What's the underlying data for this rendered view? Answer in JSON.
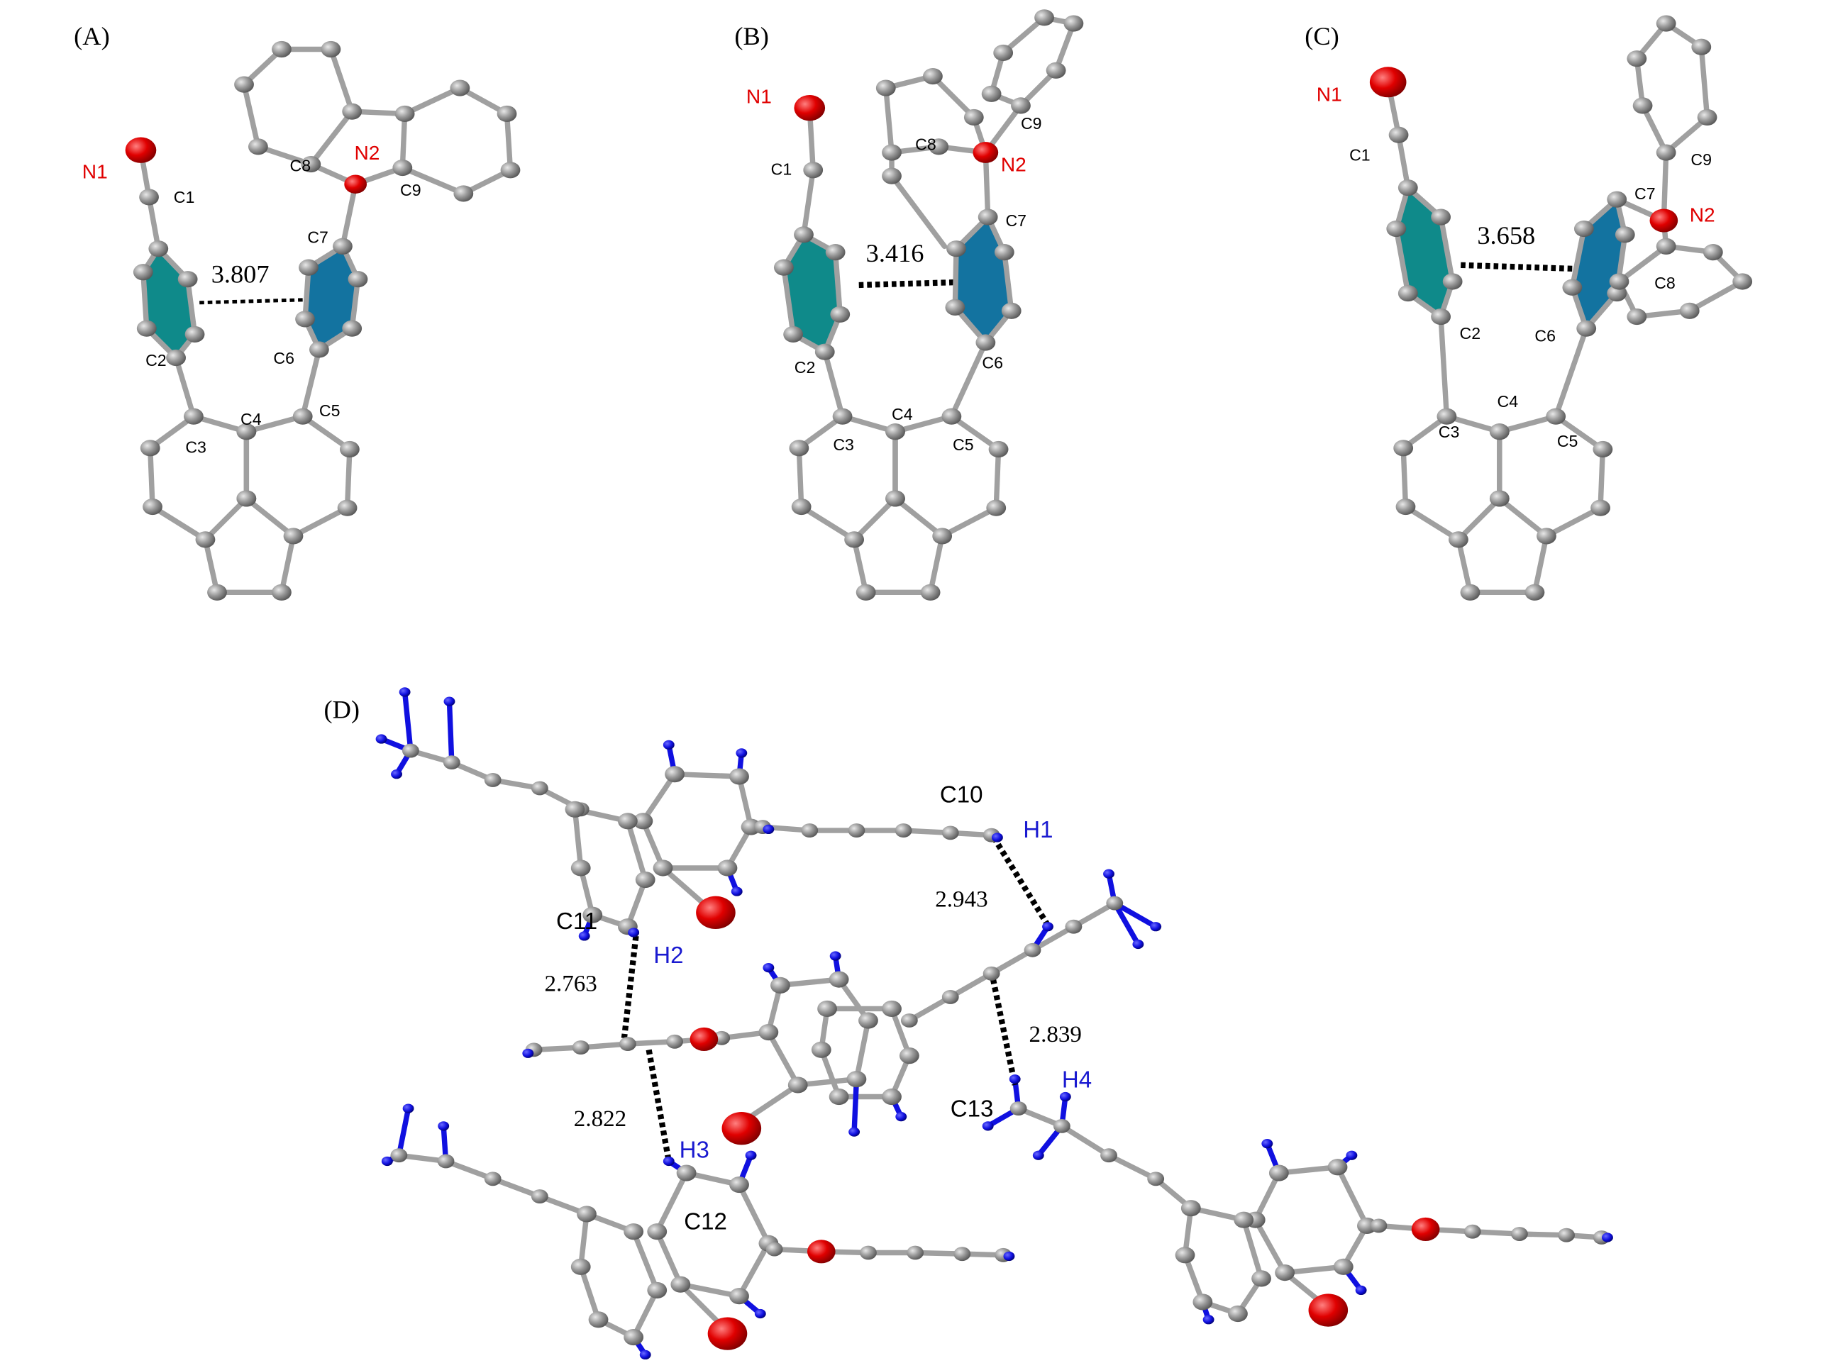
{
  "panels": {
    "A": {
      "label": "(A)",
      "atom_labels": [
        "N1",
        "C1",
        "C2",
        "C3",
        "C4",
        "C5",
        "C6",
        "C7",
        "C8",
        "N2",
        "C9"
      ],
      "distance": "3.807"
    },
    "B": {
      "label": "(B)",
      "atom_labels": [
        "N1",
        "C1",
        "C8",
        "C9",
        "N2",
        "C7",
        "C2",
        "C4",
        "C3",
        "C5",
        "C6"
      ],
      "distance": "3.416"
    },
    "C": {
      "label": "(C)",
      "atom_labels": [
        "N1",
        "C1",
        "C9",
        "C7",
        "N2",
        "C8",
        "C2",
        "C6",
        "C4",
        "C3",
        "C5"
      ],
      "distance": "3.658"
    },
    "D": {
      "label": "(D)",
      "carbon_labels": [
        "C10",
        "C11",
        "C12",
        "C13"
      ],
      "hydrogen_labels": [
        "H1",
        "H2",
        "H3",
        "H4"
      ],
      "distances": [
        "2.943",
        "2.763",
        "2.839",
        "2.822"
      ]
    }
  },
  "colors": {
    "carbon": "#8c8c8c",
    "nitrogen": "#e00000",
    "hydrogen": "#1010e0",
    "ring_left": "#0f8a8a",
    "ring_right": "#1373a0",
    "contact": "#000000"
  }
}
